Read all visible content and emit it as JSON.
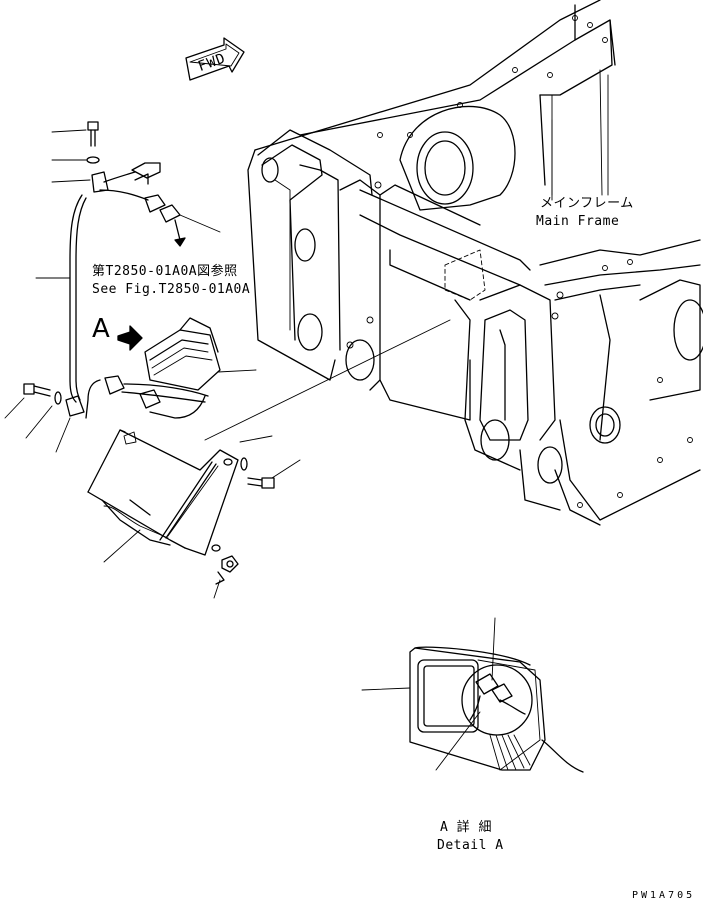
{
  "labels": {
    "fwd": "FWD",
    "main_frame_jp": "メインフレーム",
    "main_frame_en": "Main Frame",
    "ref_jp": "第T2850-01A0A図参照",
    "ref_en": "See Fig.T2850-01A0A",
    "view_letter": "A",
    "detail_jp": "A 詳 細",
    "detail_en": "Detail A",
    "drawing_code": "PW1A705"
  }
}
